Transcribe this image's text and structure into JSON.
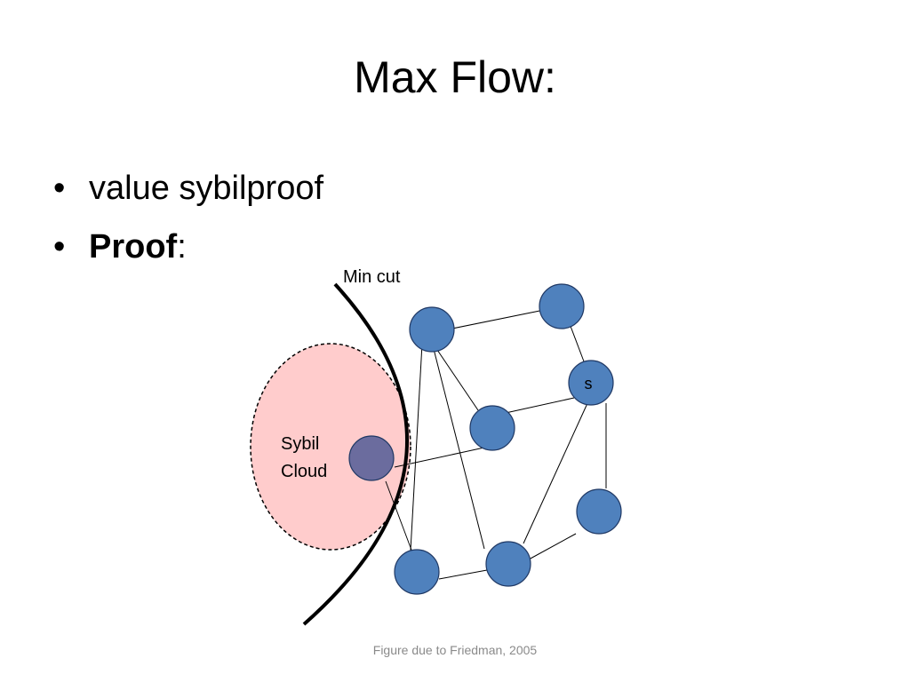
{
  "slide": {
    "title": "Max Flow:",
    "bullets": [
      {
        "text": "value sybilproof",
        "bold_part": "",
        "rest": ""
      },
      {
        "text": "",
        "bold_part": "Proof",
        "rest": ":"
      }
    ],
    "bullet_glyph": "•"
  },
  "diagram": {
    "min_cut_label": "Min cut",
    "sybil_label_line1": "Sybil",
    "sybil_label_line2": "Cloud",
    "source_label": "s",
    "colors": {
      "node_fill": "#4f81bd",
      "node_stroke": "#1f3864",
      "sybil_node_fill": "#6b6c9e",
      "cloud_fill": "#ffcccc",
      "cloud_stroke": "#000000",
      "cut_line": "#000000"
    }
  },
  "caption": "Figure due to Friedman, 2005"
}
